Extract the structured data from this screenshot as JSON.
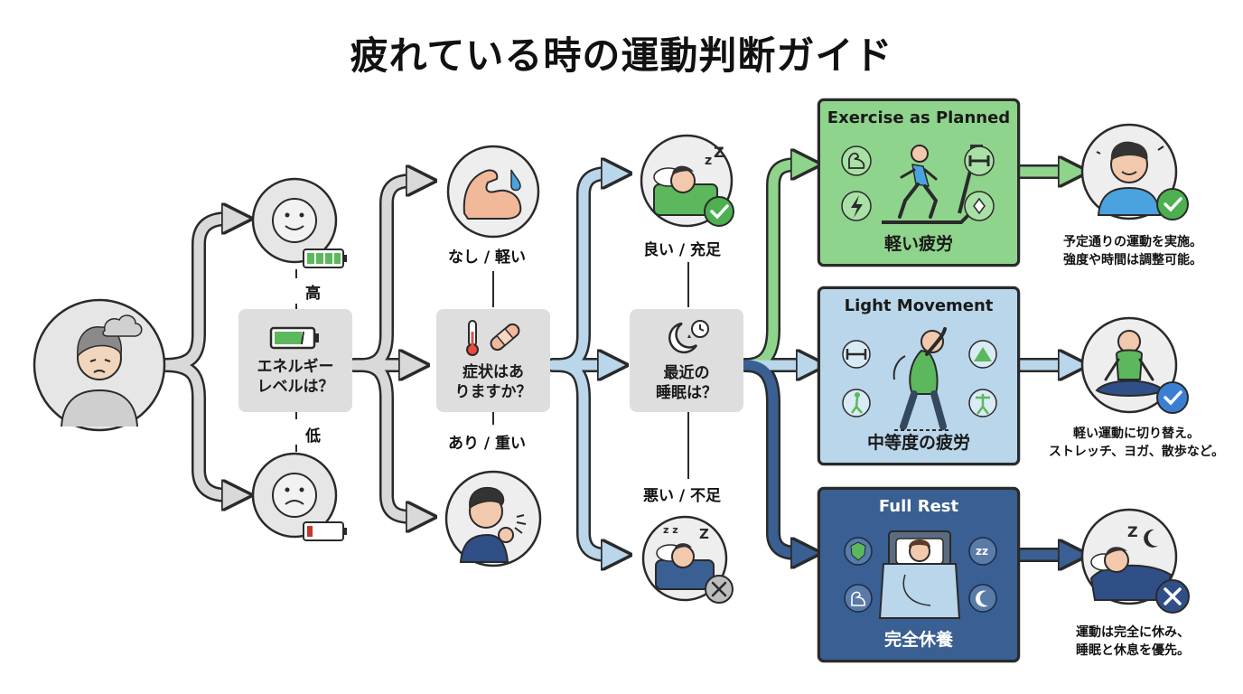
{
  "title": "疲れている時の運動判断ガイド",
  "nodes": {
    "energy": {
      "line1": "エネルギー",
      "line2": "レベルは？"
    },
    "symptoms": {
      "line1": "症状はあ",
      "line2": "りますか？"
    },
    "sleep": {
      "line1": "最近の",
      "line2": "睡眠は？"
    }
  },
  "branch_labels": {
    "energy_high": "高",
    "energy_low": "低",
    "symptoms_none": "なし / 軽い",
    "symptoms_yes": "あり / 重い",
    "sleep_good": "良い / 充足",
    "sleep_bad": "悪い / 不足"
  },
  "outcomes": [
    {
      "title": "Exercise as Planned",
      "subtitle": "軽い疲労",
      "desc_line1": "予定通りの運動を実施。",
      "desc_line2": "強度や時間は調整可能。",
      "color": "#8fd48c"
    },
    {
      "title": "Light Movement",
      "subtitle": "中等度の疲労",
      "desc_line1": "軽い運動に切り替え。",
      "desc_line2": "ストレッチ、ヨガ、散歩など。",
      "color": "#b9d6ea"
    },
    {
      "title": "Full Rest",
      "subtitle": "完全休養",
      "desc_line1": "運動は完全に休み、",
      "desc_line2": "睡眠と休息を優先。",
      "color": "#3a5f92"
    }
  ],
  "colors": {
    "gray_arrow": "#d9d9d9",
    "blue_arrow": "#b9d6ea",
    "green_arrow": "#8fd48c",
    "navy_arrow": "#3a5f92",
    "outline": "#2a2a2a"
  },
  "icons": [
    "tired-person-icon",
    "happy-face-icon",
    "full-battery-icon",
    "sad-face-icon",
    "low-battery-icon",
    "battery-icon",
    "muscle-icon",
    "thermometer-icon",
    "bandage-icon",
    "coughing-person-icon",
    "moon-clock-icon",
    "sleeping-person-icon",
    "check-icon",
    "close-icon",
    "treadmill-icon",
    "stretching-person-icon",
    "bed-rest-icon",
    "meditation-icon"
  ]
}
